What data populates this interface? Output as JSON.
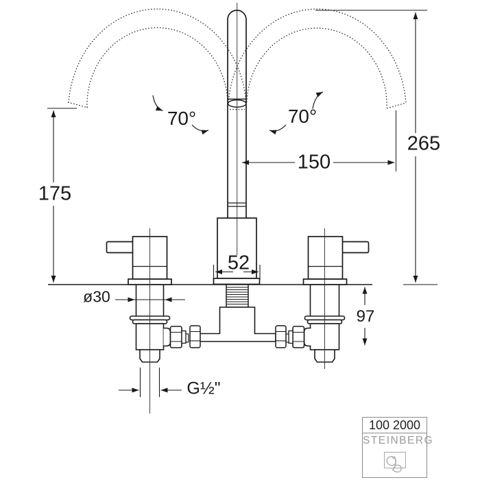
{
  "diagram": {
    "dimensions": {
      "spout_outlet_height": "175",
      "total_height": "265",
      "spout_reach": "150",
      "base_width": "52",
      "swivel_angle_left": "70°",
      "swivel_angle_right": "70°",
      "shank_diameter": "ø30",
      "below_deck_depth": "97",
      "thread_size": "G½\""
    },
    "title_block": {
      "model_number": "100 2000",
      "brand": "STEINBERG"
    },
    "colors": {
      "line": "#1a1a1a",
      "background": "#ffffff",
      "brand_gray": "#9b9b9b"
    }
  }
}
